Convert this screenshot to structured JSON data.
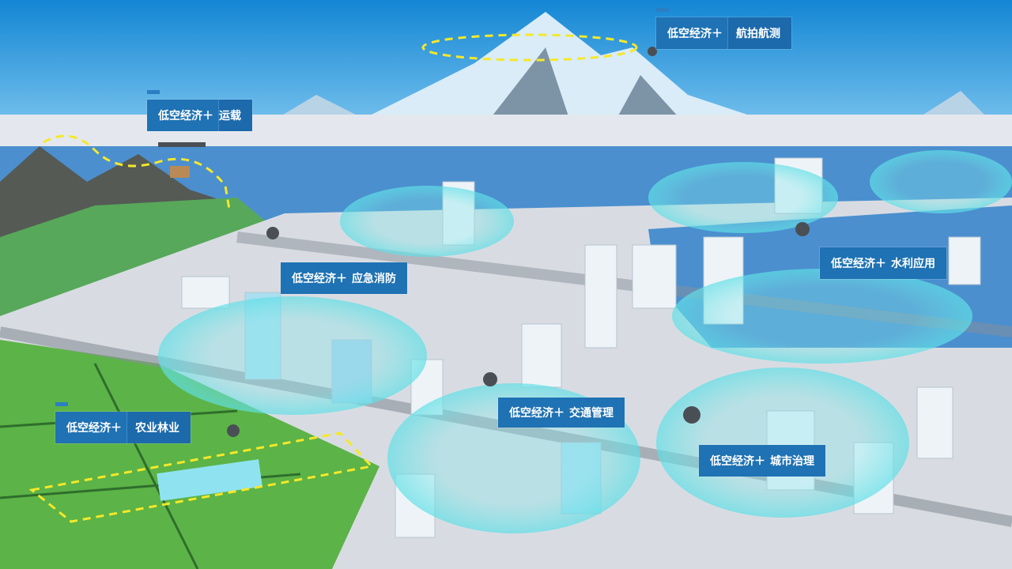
{
  "labels": [
    {
      "id": "transport",
      "prefix": "低空经济＋",
      "topic": "运载"
    },
    {
      "id": "aerial-survey",
      "prefix": "低空经济＋",
      "topic": "航拍航测"
    },
    {
      "id": "fire",
      "prefix": "低空经济＋",
      "topic": "应急消防"
    },
    {
      "id": "water",
      "prefix": "低空经济＋",
      "topic": "水利应用"
    },
    {
      "id": "agri",
      "prefix": "低空经济＋",
      "topic": "农业林业"
    },
    {
      "id": "traffic",
      "prefix": "低空经济＋",
      "topic": "交通管理"
    },
    {
      "id": "city",
      "prefix": "低空经济＋",
      "topic": "城市治理"
    }
  ],
  "colors": {
    "label_bg": "#1f72b3",
    "sky_top": "#1a8ad6",
    "zone": "#5fe0e6",
    "field": "#58b04a",
    "flight_path": "#f5e82a"
  }
}
